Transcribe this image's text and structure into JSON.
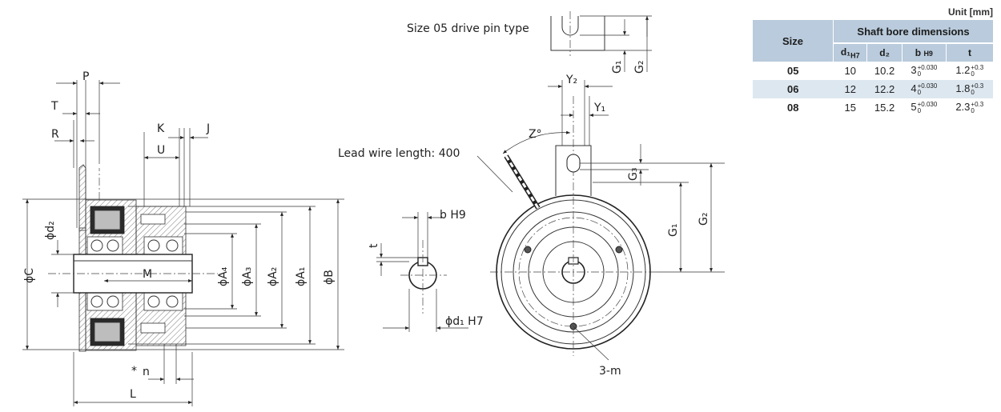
{
  "diagram": {
    "labels": {
      "drive_pin": "Size 05 drive pin type",
      "lead_wire": "Lead wire length: 400",
      "P": "P",
      "T": "T",
      "R": "R",
      "K": "K",
      "J": "J",
      "U": "U",
      "M": "M",
      "L": "L",
      "n": "n",
      "asterisk": "*",
      "phiC": "ϕC",
      "phid2": "ϕd₂",
      "phiA4": "ϕA₄",
      "phiA3": "ϕA₃",
      "phiA2": "ϕA₂",
      "phiA1": "ϕA₁",
      "phiB": "ϕB",
      "bH9": "b H9",
      "t": "t",
      "phid1H7": "ϕd₁ H7",
      "Y2": "Y₂",
      "Y1": "Y₁",
      "Z": "Z°",
      "G1": "G₁",
      "G2": "G₂",
      "G3": "G₃",
      "three_m": "3-m"
    }
  },
  "table": {
    "unit": "Unit [mm]",
    "size_header": "Size",
    "group_header": "Shaft bore dimensions",
    "col_d1": "d₁",
    "col_d1_tol": "H7",
    "col_d2": "d₂",
    "col_b": "b",
    "col_b_tol": "H9",
    "col_t": "t",
    "rows": [
      {
        "size": "05",
        "d1": "10",
        "d2": "10.2",
        "b": "3",
        "b_up": "+0.030",
        "b_lo": "0",
        "t": "1.2",
        "t_up": "+0.3",
        "t_lo": "0"
      },
      {
        "size": "06",
        "d1": "12",
        "d2": "12.2",
        "b": "4",
        "b_up": "+0.030",
        "b_lo": "0",
        "t": "1.8",
        "t_up": "+0.3",
        "t_lo": "0"
      },
      {
        "size": "08",
        "d1": "15",
        "d2": "15.2",
        "b": "5",
        "b_up": "+0.030",
        "b_lo": "0",
        "t": "2.3",
        "t_up": "+0.3",
        "t_lo": "0"
      }
    ]
  }
}
